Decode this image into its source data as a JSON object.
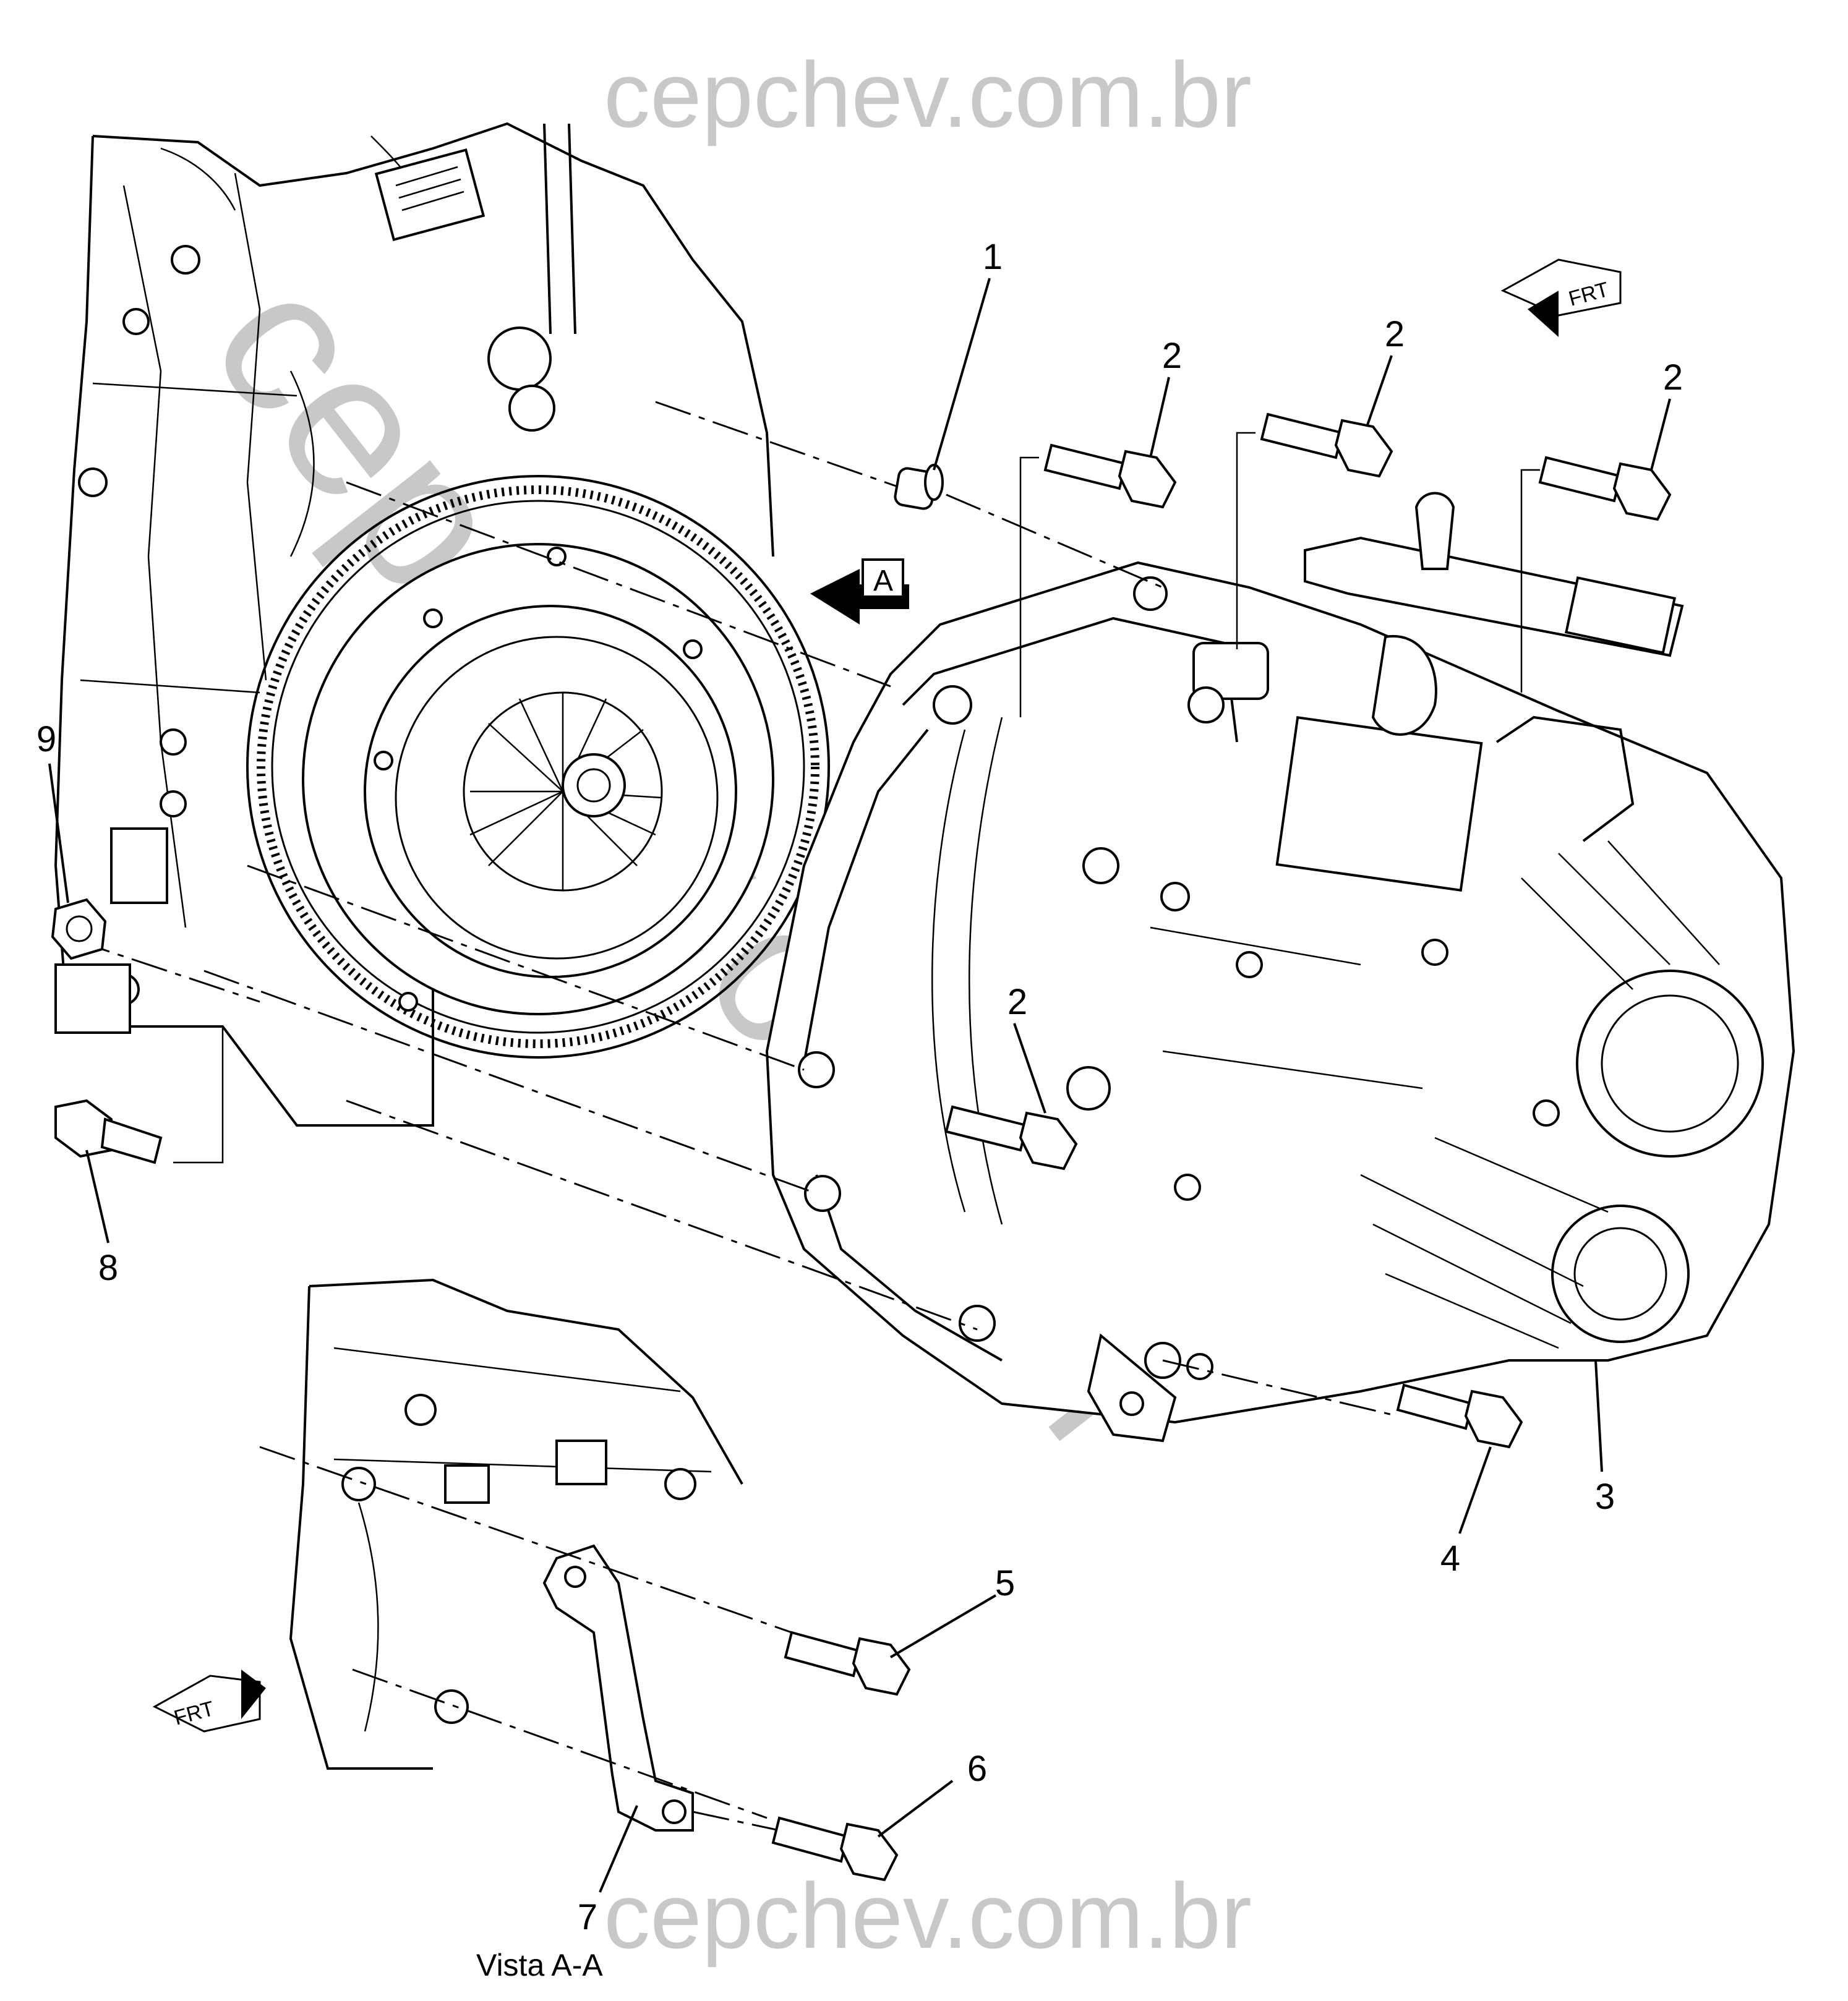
{
  "watermark": {
    "top": "cepchev.com.br",
    "diagonal": "cepchev.com.br",
    "bottom": "cepchev.com.br",
    "color": "#c8c8c8"
  },
  "callouts": {
    "c1": "1",
    "c2a": "2",
    "c2b": "2",
    "c2c": "2",
    "c2d": "2",
    "c3": "3",
    "c4": "4",
    "c5": "5",
    "c6": "6",
    "c7": "7",
    "c8": "8",
    "c9": "9"
  },
  "view_marker": "A",
  "frt_top": "FRT",
  "frt_bottom": "FRT",
  "view_label": "Vista A-A"
}
